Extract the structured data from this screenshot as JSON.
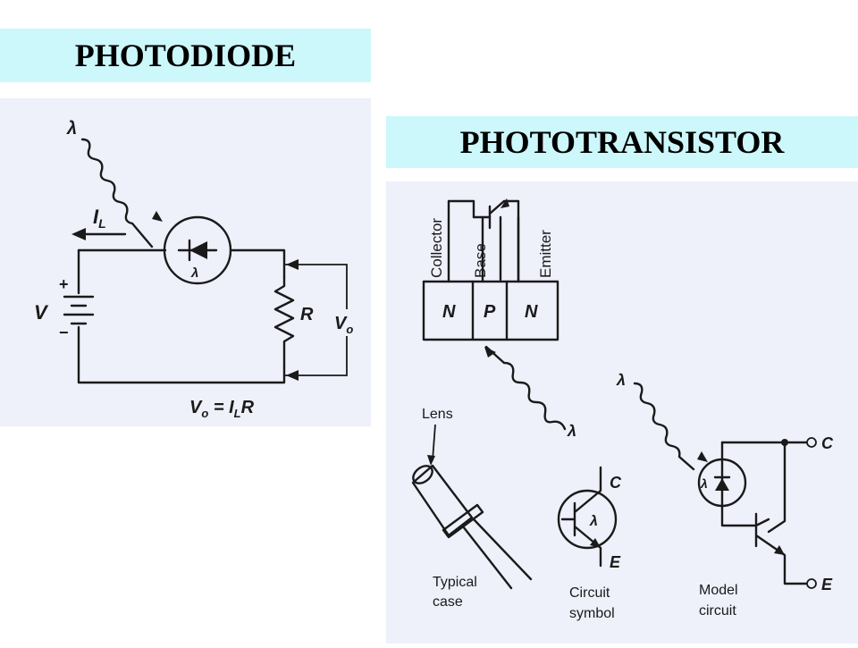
{
  "titles": {
    "photodiode": "PHOTODIODE",
    "phototransistor": "PHOTOTRANSISTOR"
  },
  "photodiode_diagram": {
    "lambda_label": "λ",
    "diode_lambda": "λ",
    "current_label": "I",
    "current_sub": "L",
    "battery_label": "V",
    "battery_plus": "+",
    "battery_minus": "−",
    "resistor_label": "R",
    "output_label": "V",
    "output_sub": "o",
    "equation": {
      "v": "V",
      "v_sub": "o",
      "eq": " = I",
      "i_sub": "L",
      "r": "R"
    }
  },
  "phototransistor_diagram": {
    "terminal_collector": "Collector",
    "terminal_base": "Base",
    "terminal_emitter": "Emitter",
    "layers": [
      "N",
      "P",
      "N"
    ],
    "lambda_upper": "λ",
    "lambda_model": "λ",
    "lens_label": "Lens",
    "case_label_line1": "Typical",
    "case_label_line2": "case",
    "symbol_c": "C",
    "symbol_lambda": "λ",
    "symbol_e": "E",
    "symbol_label_line1": "Circuit",
    "symbol_label_line2": "symbol",
    "model_lambda_diode": "λ",
    "model_c": "C",
    "model_e": "E",
    "model_label_line1": "Model",
    "model_label_line2": "circuit"
  },
  "colors": {
    "title_background": "#ccf7fb",
    "panel_background": "#eef0fa",
    "ink": "#1a1a1a"
  }
}
